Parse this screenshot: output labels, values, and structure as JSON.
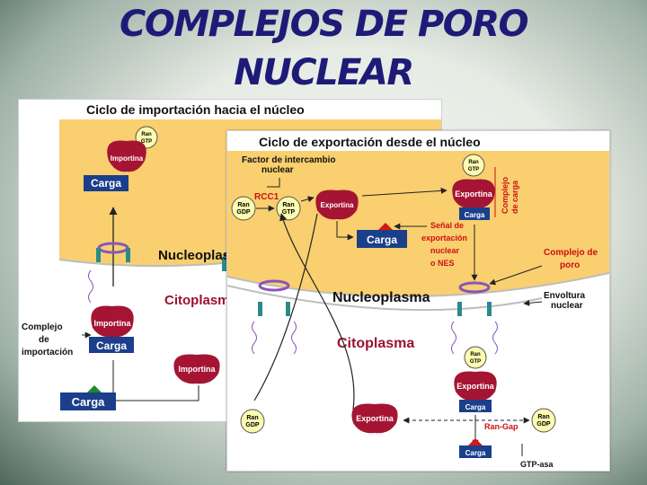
{
  "slide": {
    "title_line1": "COMPLEJOS DE PORO",
    "title_line2": "NUCLEAR"
  },
  "import_panel": {
    "title": "Ciclo de importación hacia el núcleo",
    "importina": "Importina",
    "carga": "Carga",
    "ran_gtp": [
      "Ran",
      "GTP"
    ],
    "nucleoplasma": "Nucleoplas",
    "citoplasma": "Citoplasm",
    "complejo_importacion": [
      "Complejo",
      "de",
      "importación"
    ]
  },
  "export_panel": {
    "title": "Ciclo de exportación desde el núcleo",
    "factor_intercambio": [
      "Factor de intercambio",
      "nuclear"
    ],
    "rcc1": "RCC1",
    "ran_gdp": [
      "Ran",
      "GDP"
    ],
    "ran_gtp": [
      "Ran",
      "GTP"
    ],
    "exportina": "Exportina",
    "carga": "Carga",
    "complejo_carga": [
      "Complejo",
      "de carga"
    ],
    "senal_exportacion": [
      "Señal de",
      "exportación",
      "nuclear",
      "o NES"
    ],
    "complejo_poro": [
      "Complejo de",
      "poro"
    ],
    "envoltura": [
      "Envoltura",
      "nuclear"
    ],
    "nucleoplasma": "Nucleoplasma",
    "citoplasma": "Citoplasma",
    "ran_gap": "Ran-Gap",
    "gtp_asa": "GTP-asa"
  },
  "colors": {
    "nucleus": "#f9cf6f",
    "protein": "#a51533",
    "carga": "#1b3f8a",
    "nes": "#d91515",
    "ran": "#fdfbb0",
    "title": "#1e1b78",
    "pore": "#8855bb"
  }
}
